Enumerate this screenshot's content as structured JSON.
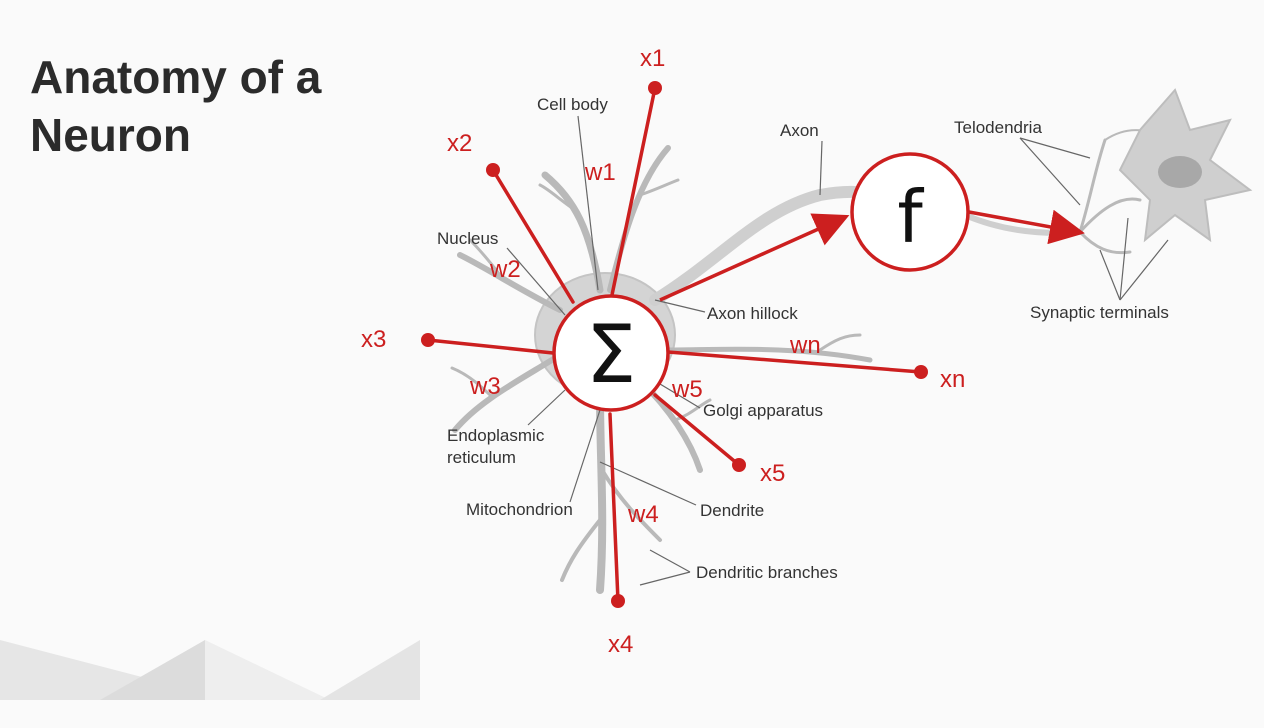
{
  "title": {
    "line1": "Anatomy of a",
    "line2": "Neuron"
  },
  "colors": {
    "accent": "#cc1f1f",
    "title": "#2b2b2b",
    "anatomy_label": "#333333",
    "neuron_gray": "#b9b9b9"
  },
  "operators": {
    "sum": "Σ",
    "activation": "f"
  },
  "inputs": {
    "x1": "x1",
    "x2": "x2",
    "x3": "x3",
    "x4": "x4",
    "x5": "x5",
    "xn": "xn"
  },
  "weights": {
    "w1": "w1",
    "w2": "w2",
    "w3": "w3",
    "w4": "w4",
    "w5": "w5",
    "wn": "wn"
  },
  "anatomy": {
    "cell_body": "Cell body",
    "nucleus": "Nucleus",
    "axon": "Axon",
    "axon_hillock": "Axon hillock",
    "telodendria": "Telodendria",
    "synaptic_terminals": "Synaptic terminals",
    "golgi_apparatus": "Golgi apparatus",
    "endoplasmic_1": "Endoplasmic",
    "endoplasmic_2": "reticulum",
    "mitochondrion": "Mitochondrion",
    "dendrite": "Dendrite",
    "dendritic_branches": "Dendritic branches"
  }
}
